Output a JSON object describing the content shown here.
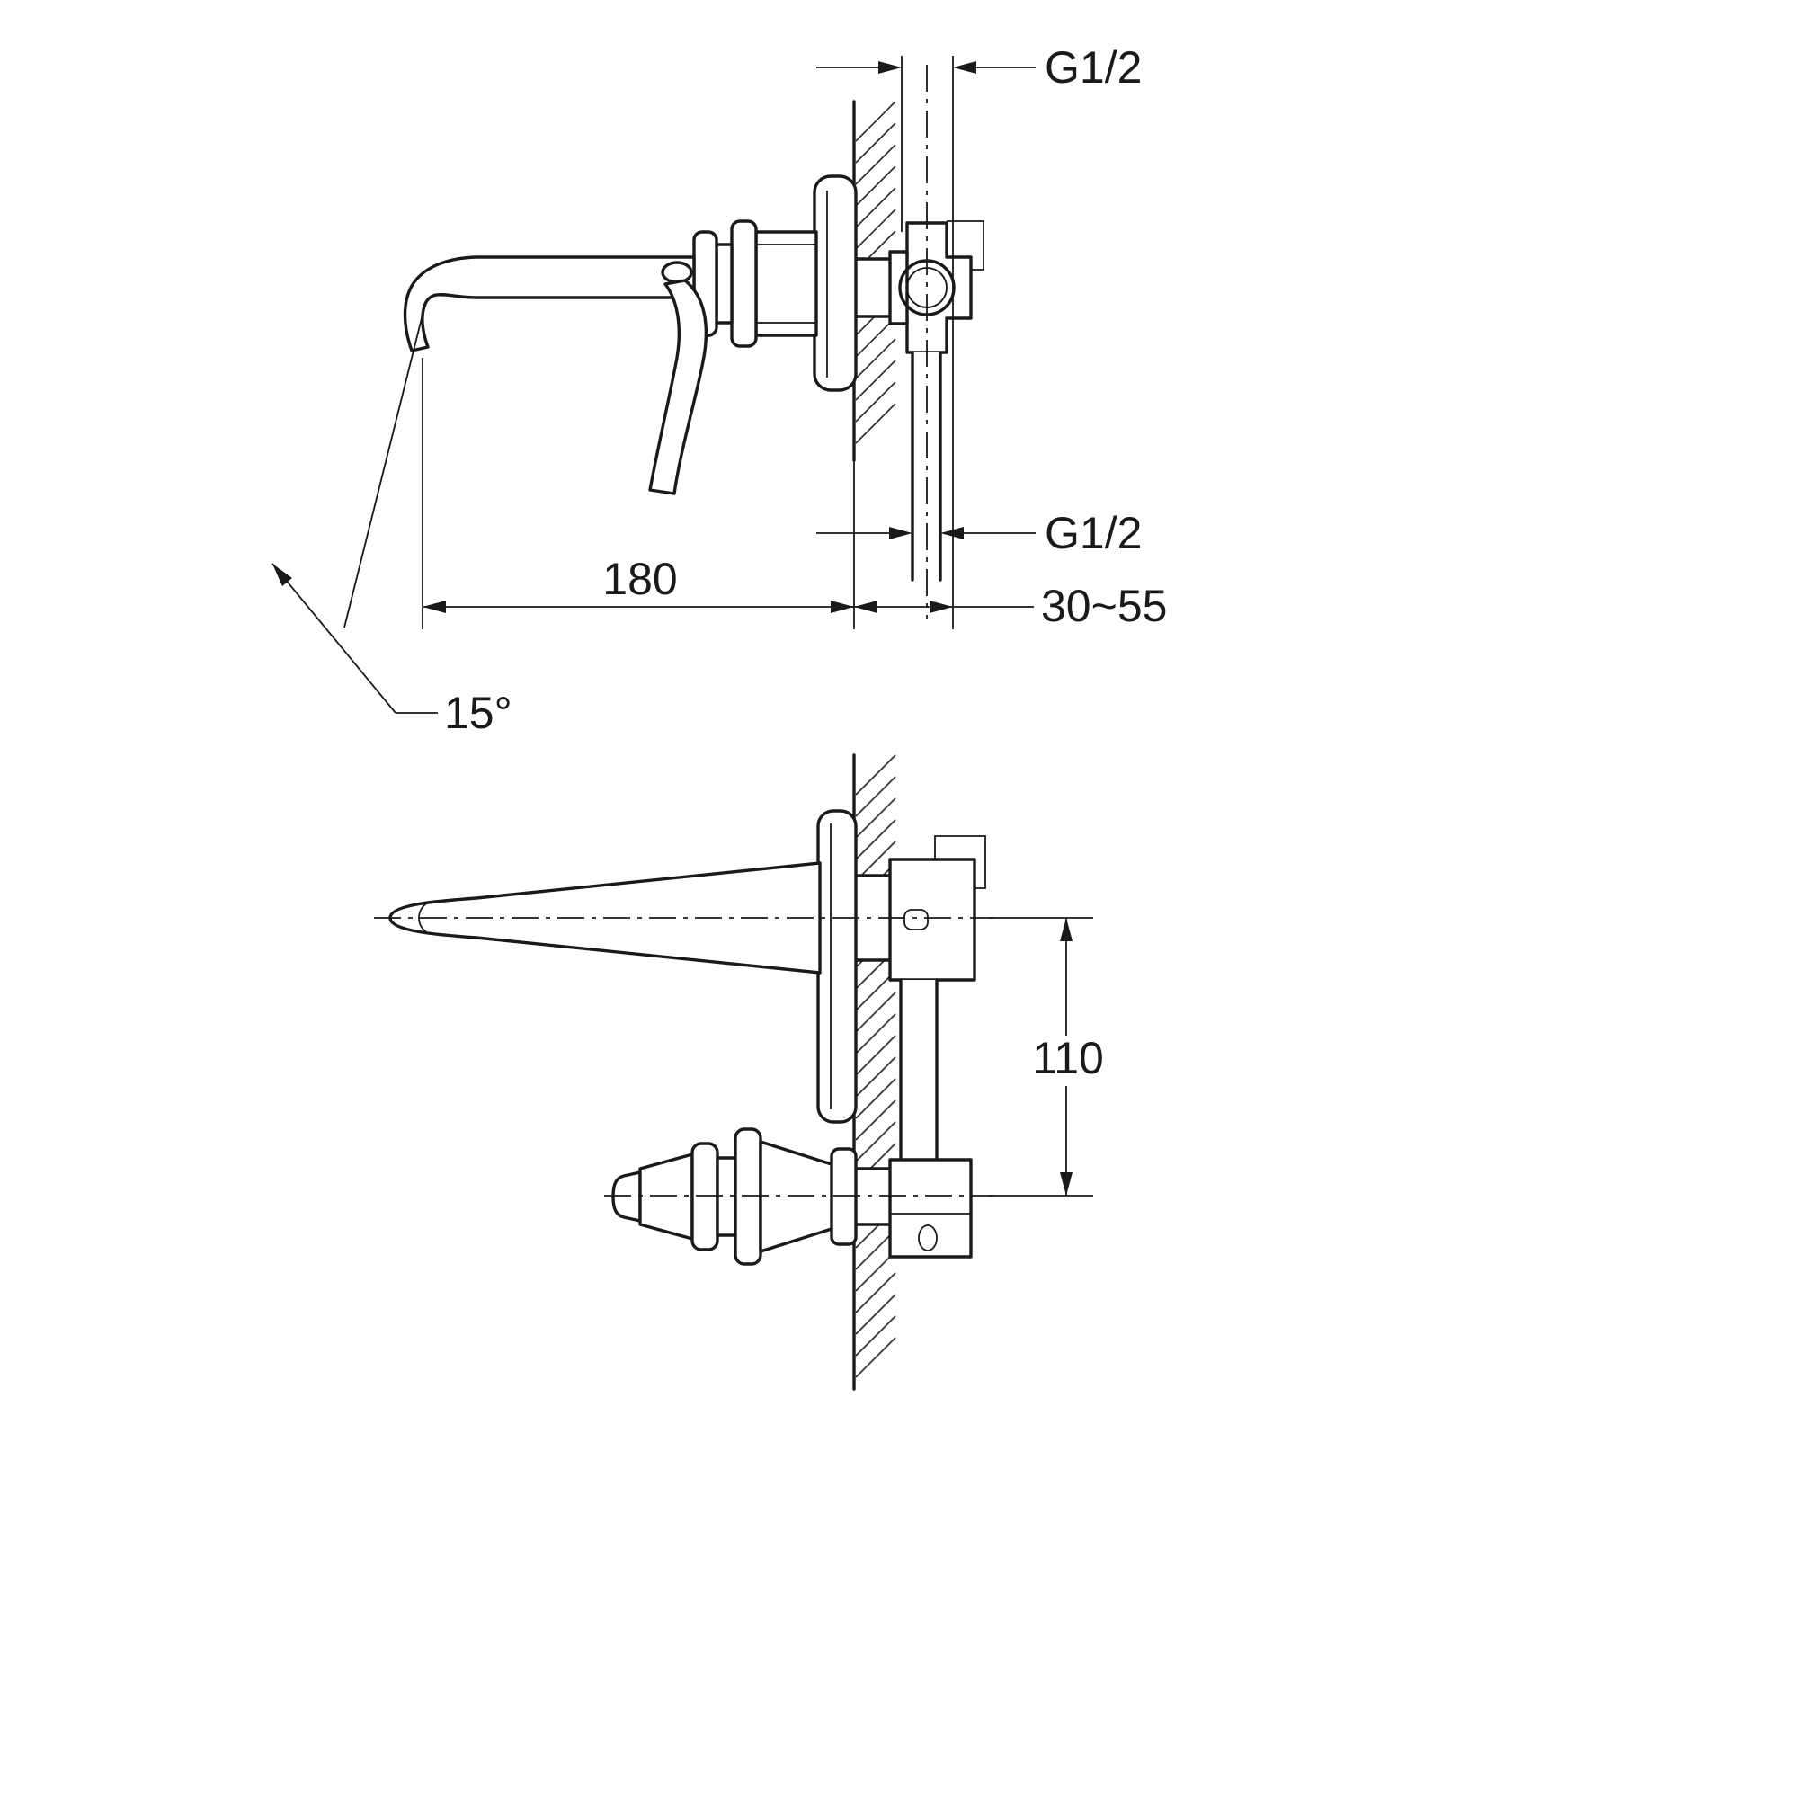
{
  "page": {
    "background_color": "#ffffff",
    "line_color": "#1a1a1a"
  },
  "diagram": {
    "labels": {
      "thread_top": "G1/2",
      "thread_bottom": "G1/2",
      "spout_projection": "180",
      "rough_in_depth": "30~55",
      "spout_angle": "15°",
      "center_distance": "110"
    }
  }
}
